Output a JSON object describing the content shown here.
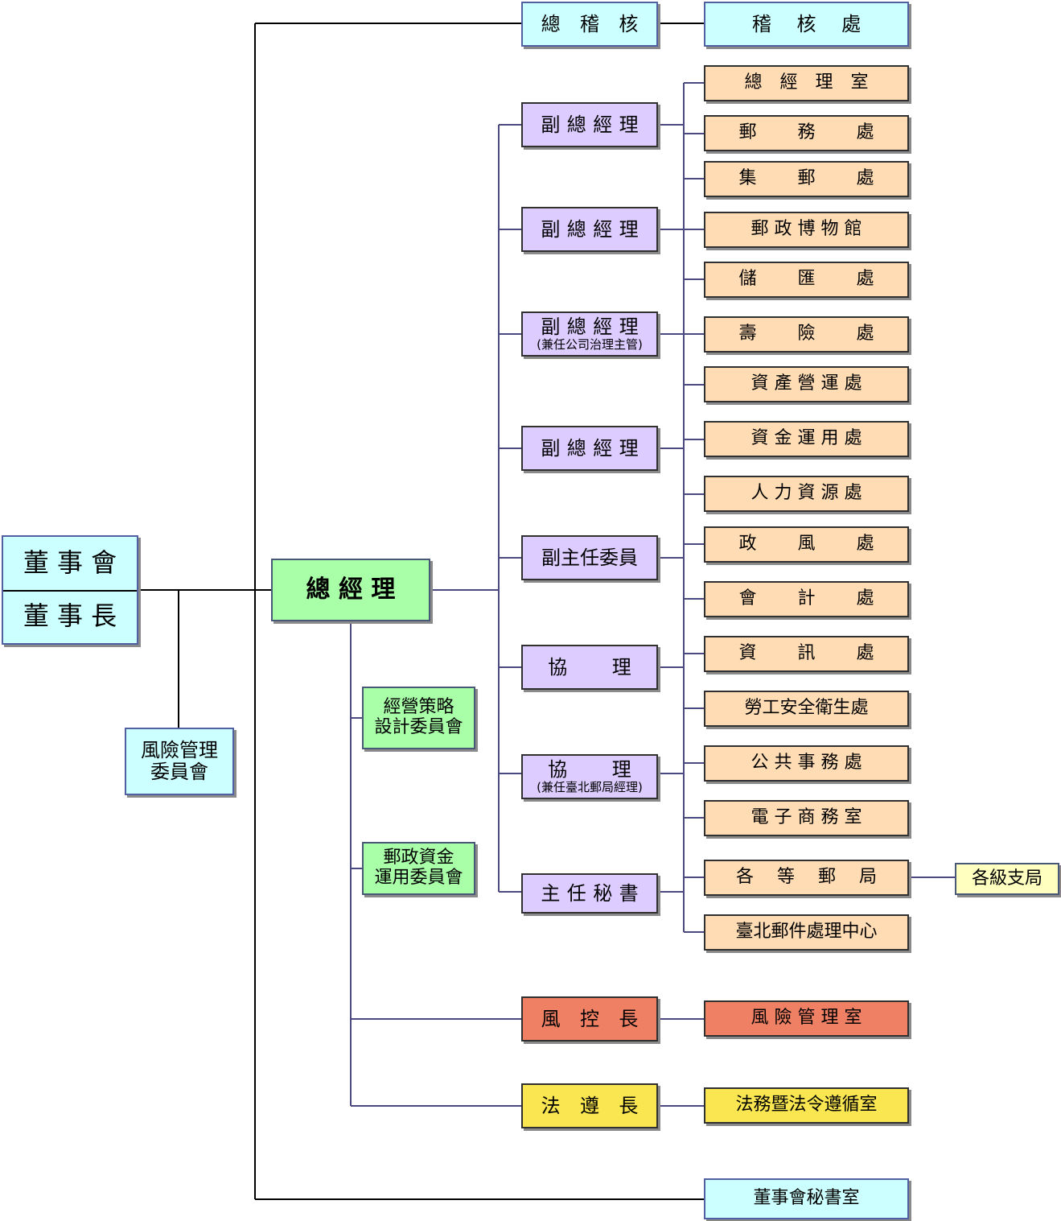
{
  "board": {
    "line1": "董 事 會",
    "line2": "董 事 長"
  },
  "risk_committee": {
    "line1": "風險管理",
    "line2": "委員會"
  },
  "general_manager": "總 經 理",
  "strategy_committee": {
    "line1": "經營策略",
    "line2": "設計委員會"
  },
  "fund_committee": {
    "line1": "郵政資金",
    "line2": "運用委員會"
  },
  "chief_auditor": "總 稽 核",
  "audit_dept": "稽　 核　 處",
  "executives": [
    {
      "title": "副總經理",
      "note": ""
    },
    {
      "title": "副總經理",
      "note": ""
    },
    {
      "title": "副總經理",
      "note": "(兼任公司治理主管)"
    },
    {
      "title": "副總經理",
      "note": ""
    },
    {
      "title": "副主任委員",
      "note": ""
    },
    {
      "title": "協　　 理",
      "note": ""
    },
    {
      "title": "協　　 理",
      "note": "(兼任臺北郵局經理)"
    },
    {
      "title": "主任秘書",
      "note": ""
    }
  ],
  "departments": [
    "總　經　理　室",
    "郵　　 務　　 處",
    "集　　 郵　　 處",
    "郵 政 博 物 館",
    "儲　　 匯　　 處",
    "壽　　 險　　 處",
    "資 產 營 運 處",
    "資 金 運 用 處",
    "人 力 資 源 處",
    "政　　 風　　 處",
    "會　　 計　　 處",
    "資　　 訊　　 處",
    "勞工安全衛生處",
    "公 共 事 務 處",
    "電 子 商 務 室",
    "各　 等　 郵　 局",
    "臺北郵件處理中心"
  ],
  "branch_offices": "各級支局",
  "chief_risk_officer": "風 控 長",
  "risk_office": "風 險 管 理 室",
  "chief_compliance_officer": "法 遵 長",
  "legal_office": "法務暨法令遵循室",
  "board_secretariat": "董事會秘書室",
  "colors": {
    "cyan": "#ccffff",
    "purple": "#dcccff",
    "peach": "#ffdcb4",
    "green": "#a8ffa8",
    "red": "#f08064",
    "yellow": "#fae650",
    "light_yellow": "#ffffc0",
    "line_dark": "#000000",
    "line_blue": "#4a4a80"
  }
}
